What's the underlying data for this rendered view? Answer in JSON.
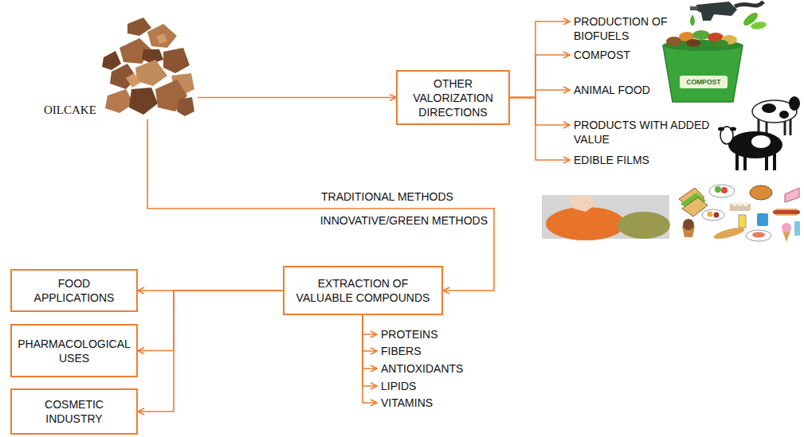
{
  "diagram": {
    "nodes": [
      {
        "text": [
          "OILCAKE"
        ]
      },
      {
        "text": [
          "OTHER VALORIZATION DIRECTIONS"
        ]
      },
      {
        "text": [
          "PRODUCTION OF BIOFUELS"
        ]
      },
      {
        "text": [
          "COMPOST"
        ]
      },
      {
        "text": [
          "ANIMAL FOOD"
        ]
      },
      {
        "text": [
          "PRODUCTS WITH ADDED VALUE"
        ]
      },
      {
        "text": [
          "EDIBLE FILMS"
        ]
      },
      {
        "text": [
          "EXTRACTION OF VALUABLE COMPOUNDS"
        ]
      },
      {
        "text": [
          "FOOD APPLICATIONS"
        ]
      },
      {
        "text": [
          "PHARMACOLOGICAL USES"
        ]
      },
      {
        "text": [
          "COSMETIC INDUSTRY"
        ]
      },
      {
        "text": [
          "PROTEINS"
        ]
      },
      {
        "text": [
          "FIBERS"
        ]
      },
      {
        "text": [
          "ANTIOXIDANTS"
        ]
      },
      {
        "text": [
          "LIPIDS"
        ]
      },
      {
        "text": [
          "VITAMINS"
        ]
      }
    ],
    "edges": [
      {
        "from": 0,
        "to": 1,
        "arrow": "to"
      },
      {
        "from": 0,
        "to": 7,
        "label": "TRADITIONAL METHODS",
        "arrow": "to"
      },
      {
        "from": 1,
        "to": 2,
        "arrow": "to"
      },
      {
        "from": 1,
        "to": 3,
        "arrow": "to"
      },
      {
        "from": 1,
        "to": 4,
        "arrow": "to"
      },
      {
        "from": 1,
        "to": 5,
        "arrow": "to"
      },
      {
        "from": 1,
        "to": 6,
        "arrow": "to"
      },
      {
        "from": 7,
        "to": 8,
        "arrow": "to"
      },
      {
        "from": 7,
        "to": 9,
        "arrow": "to"
      },
      {
        "from": 7,
        "to": 10,
        "arrow": "to"
      },
      {
        "from": 7,
        "to": 11,
        "arrow": "to"
      },
      {
        "from": 7,
        "to": 12,
        "arrow": "to"
      },
      {
        "from": 7,
        "to": 13,
        "arrow": "to"
      },
      {
        "from": 7,
        "to": 14,
        "arrow": "to"
      },
      {
        "from": 7,
        "to": 15,
        "arrow": "to"
      }
    ],
    "labels": [
      "INNOVATIVE/GREEN METHODS",
      "COMPOST"
    ]
  }
}
